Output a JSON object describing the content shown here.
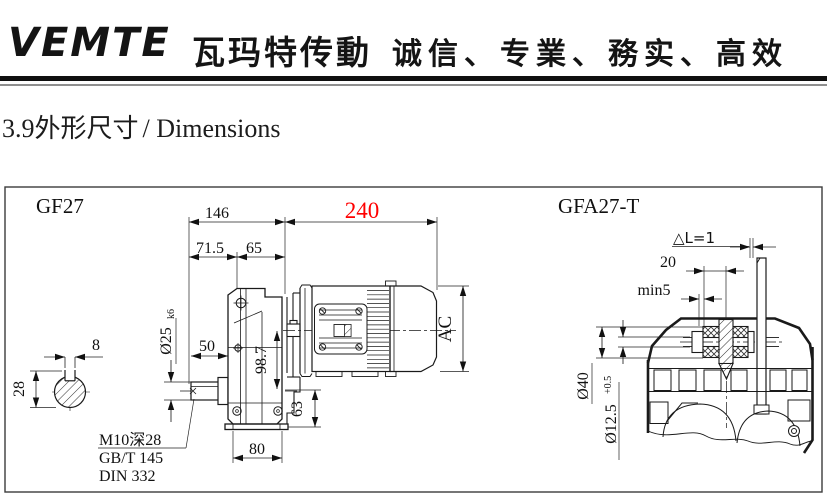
{
  "header": {
    "brand_latin": "VEMTE",
    "brand_cn": "瓦玛特传動",
    "slogan": "诚信、专業、務实、高效"
  },
  "section": {
    "number": "3.9",
    "title_cn": "外形尺寸",
    "title_en": "/ Dimensions"
  },
  "drawing": {
    "left_view_label": "GF27",
    "right_view_label": "GFA27-T",
    "colors": {
      "highlight_red": "#ff0000",
      "line": "#1a1a1a"
    },
    "dims": {
      "d146": "146",
      "d240": "240",
      "d71_5": "71.5",
      "d65": "65",
      "d50": "50",
      "d8": "8",
      "d28": "28",
      "d98_7": "98.7",
      "d63": "63",
      "d80": "80",
      "ac": "AC",
      "shaft_dia": "Ø25",
      "shaft_tol": "k6",
      "thread_note": "M10深28",
      "std1": "GB/T 145",
      "std2": "DIN 332"
    },
    "right_dims": {
      "delta_l": "△L=1",
      "d20": "20",
      "min5": "min5",
      "d40": "Ø40",
      "d12_5": "Ø12.5",
      "d12_5_tol": "+0.5"
    }
  }
}
